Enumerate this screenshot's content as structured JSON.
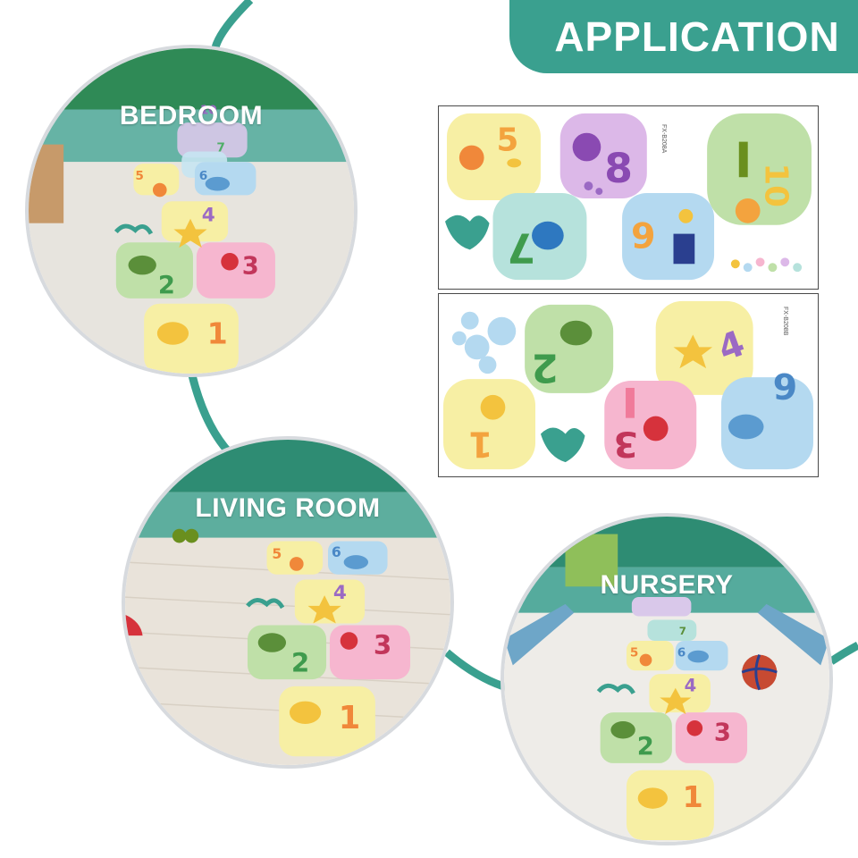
{
  "header": {
    "title": "APPLICATION"
  },
  "scenes": [
    {
      "label": "BEDROOM"
    },
    {
      "label": "LIVING ROOM"
    },
    {
      "label": "NURSERY"
    }
  ],
  "sheets": [
    {
      "code": "FX-B208A"
    },
    {
      "code": "FX-B208B"
    }
  ],
  "tiles": {
    "n1": "1",
    "n2": "2",
    "n3": "3",
    "n4": "4",
    "n5": "5",
    "n6": "6",
    "n7": "7",
    "n8": "8",
    "n9": "9",
    "n10": "10"
  },
  "colors": {
    "accent": "#3aa08f",
    "tile_yellow": "#f7efa4",
    "tile_green": "#bfe0a8",
    "tile_pink": "#f6b6cf",
    "tile_blue": "#b4d9f0",
    "tile_purple": "#dcb8e8",
    "tile_teal": "#b6e2dc"
  }
}
